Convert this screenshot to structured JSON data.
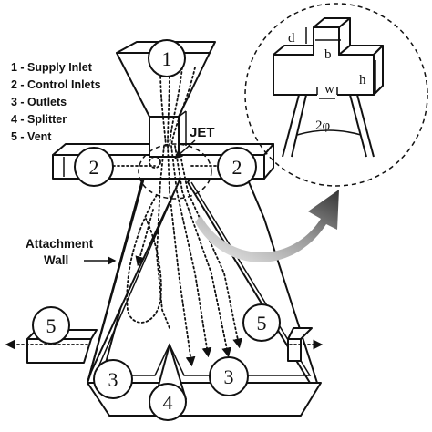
{
  "legend": [
    "1 -  Supply Inlet",
    "2 -  Control Inlets",
    "3 -  Outlets",
    "4 -  Splitter",
    "5 -  Vent"
  ],
  "labels": {
    "jet": "JET",
    "attachment_line1": "Attachment",
    "attachment_line2": "Wall"
  },
  "port_numbers": {
    "supply": "1",
    "control_left": "2",
    "control_right": "2",
    "outlet_left": "3",
    "outlet_right": "3",
    "splitter": "4",
    "vent_left": "5",
    "vent_right": "5"
  },
  "dimensions": {
    "d": "d",
    "b": "b",
    "h": "h",
    "w": "w",
    "angle": "2φ"
  },
  "colors": {
    "line": "#111111",
    "arrow_gradient_dark": "#3a3a3a",
    "arrow_gradient_light": "#e6e6e6"
  }
}
